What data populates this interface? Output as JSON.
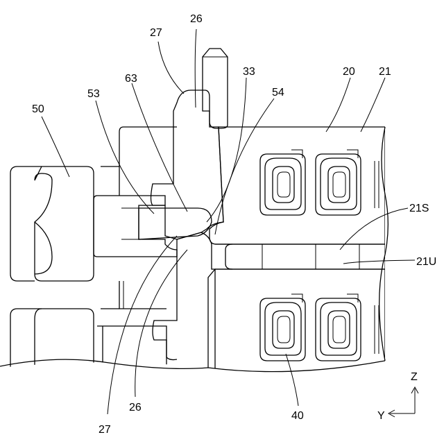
{
  "labels": {
    "l26_top": "26",
    "l27_top": "27",
    "l63": "63",
    "l33": "33",
    "l54": "54",
    "l20": "20",
    "l21": "21",
    "l53": "53",
    "l50": "50",
    "l21S": "21S",
    "l21U": "21U",
    "l26_bottom": "26",
    "l27_bottom": "27",
    "l40": "40"
  },
  "axes": {
    "z_label": "Z",
    "y_label": "Y"
  }
}
